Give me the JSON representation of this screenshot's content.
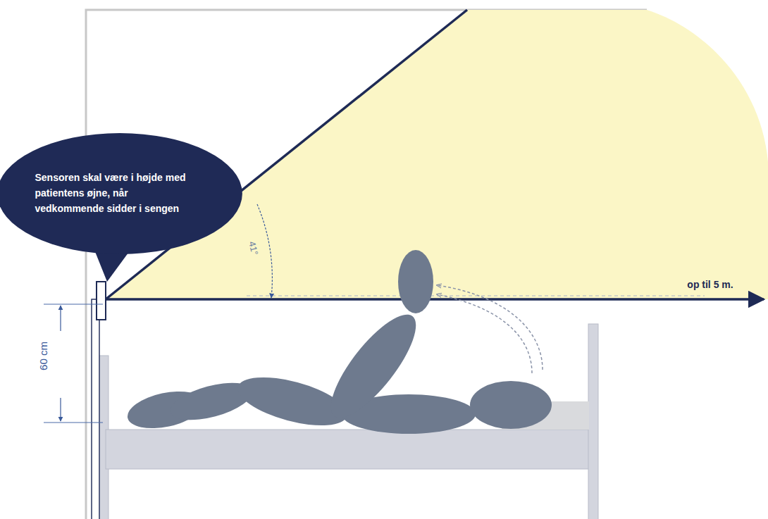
{
  "diagram": {
    "nodes": [
      {
        "text": [
          "Sensoren skal være i højde med patientens øjne, når vedkommende sidder i sengen"
        ]
      }
    ],
    "labels": [
      "41°",
      "op til 5 m.",
      "60 cm"
    ]
  }
}
